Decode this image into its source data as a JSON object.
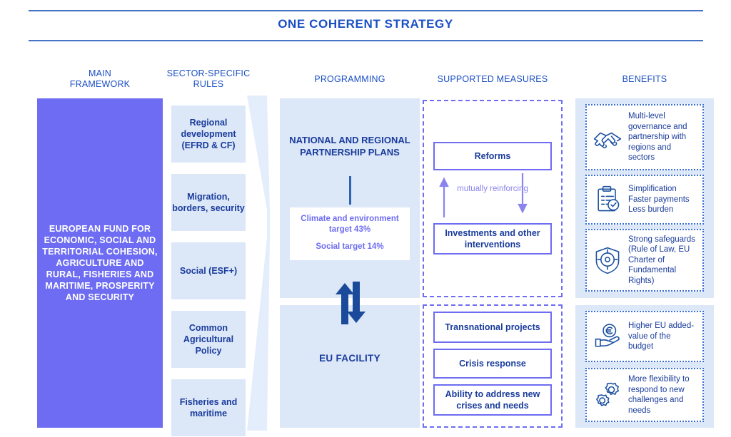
{
  "title": "ONE COHERENT STRATEGY",
  "colors": {
    "accent_blue": "#1A4FC4",
    "purple": "#6D6CF2",
    "light_blue_panel": "#DCE7F8",
    "dark_blue_text": "#1A3C9C",
    "rule": "#4472C4"
  },
  "columns": {
    "main_framework": {
      "heading_line1": "MAIN",
      "heading_line2": "FRAMEWORK",
      "body": "EUROPEAN FUND FOR ECONOMIC, SOCIAL AND TERRITORIAL COHESION, AGRICULTURE AND RURAL, FISHERIES AND MARITIME, PROSPERITY AND SECURITY"
    },
    "sector_rules": {
      "heading_line1": "SECTOR-SPECIFIC",
      "heading_line2": "RULES",
      "items": [
        "Regional development (EFRD & CF)",
        "Migration, borders, security",
        "Social (ESF+)",
        "Common Agricultural Policy",
        "Fisheries and maritime"
      ]
    },
    "programming": {
      "heading": "PROGRAMMING",
      "top_title": "NATIONAL AND REGIONAL PARTNERSHIP PLANS",
      "target_climate": "Climate and environment target 43%",
      "target_social": "Social target 14%",
      "bottom_title": "EU FACILITY"
    },
    "supported_measures": {
      "heading": "SUPPORTED MEASURES",
      "group_top": {
        "box_top": "Reforms",
        "link_label": "mutually reinforcing",
        "box_bottom": "Investments and other interventions"
      },
      "group_bottom": {
        "items": [
          "Transnational projects",
          "Crisis response",
          "Ability to address new crises and needs"
        ]
      }
    },
    "benefits": {
      "heading": "BENEFITS",
      "group_top": [
        {
          "icon": "handshake-icon",
          "text": "Multi-level governance and partnership with regions and sectors"
        },
        {
          "icon": "clipboard-check-icon",
          "text": "Simplification Faster payments Less burden"
        },
        {
          "icon": "shield-target-icon",
          "text": "Strong safeguards (Rule of Law, EU Charter of Fundamental Rights)"
        }
      ],
      "group_bottom": [
        {
          "icon": "euro-hand-icon",
          "text": "Higher EU added-value of the budget"
        },
        {
          "icon": "gears-icon",
          "text": "More flexibility to respond to new challenges and needs"
        }
      ]
    }
  }
}
